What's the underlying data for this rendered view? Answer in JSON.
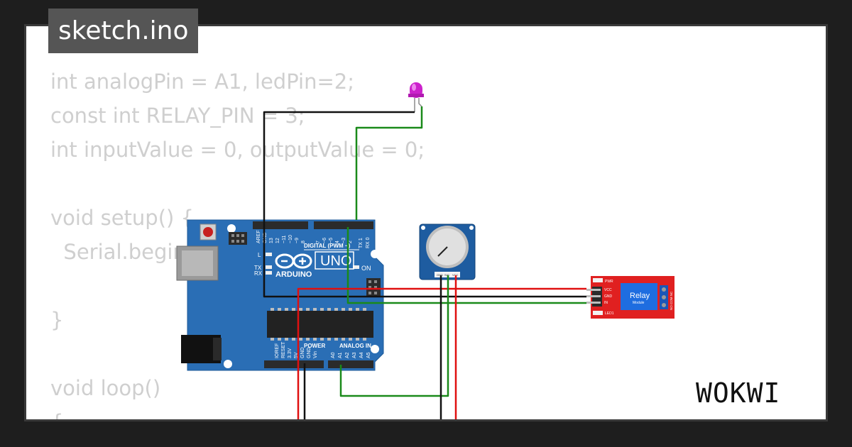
{
  "title": "sketch.ino",
  "code_lines": [
    "int analogPin = A1, ledPin=2;",
    "const int RELAY_PIN = 3;",
    "int inputValue = 0, outputValue = 0;",
    "",
    "void setup() {",
    "  Serial.begin(",
    "",
    "}",
    "",
    "void loop()",
    "{"
  ],
  "arduino": {
    "brand": "ARDUINO",
    "model": "UNO",
    "digital_label": "DIGITAL (PWM ~)",
    "on_label": "ON",
    "power_label": "POWER",
    "analog_label": "ANALOG IN",
    "l_label": "L",
    "tx_label": "TX",
    "rx_label": "RX",
    "top_pins": [
      "AREF",
      "GND",
      "13",
      "12",
      "~11",
      "~10",
      "~9",
      "8",
      "7",
      "~6",
      "~5",
      "4",
      "~3",
      "2",
      "TX 1",
      "RX 0"
    ],
    "power_pins": [
      "IOREF",
      "RESET",
      "3.3V",
      "5V",
      "GND",
      "GND",
      "Vin"
    ],
    "analog_pins": [
      "A0",
      "A1",
      "A2",
      "A3",
      "A4",
      "A5"
    ]
  },
  "potentiometer": {
    "pins": [
      "GND",
      "SIG",
      "VCC"
    ]
  },
  "relay": {
    "label": "Relay",
    "sublabel": "Module",
    "pins": [
      "VCC",
      "GND",
      "IN"
    ],
    "pwr_label": "PWR",
    "led_label": "LED1",
    "contacts": "NO COM NC"
  },
  "wokwi_logo": "WOKWI",
  "colors": {
    "board": "#2a6eb5",
    "wire_green": "#1a8a1a",
    "wire_red": "#e01010",
    "wire_black": "#111111",
    "relay_board": "#e02020",
    "relay_block": "#1e6de0",
    "led": "#cc22cc"
  }
}
